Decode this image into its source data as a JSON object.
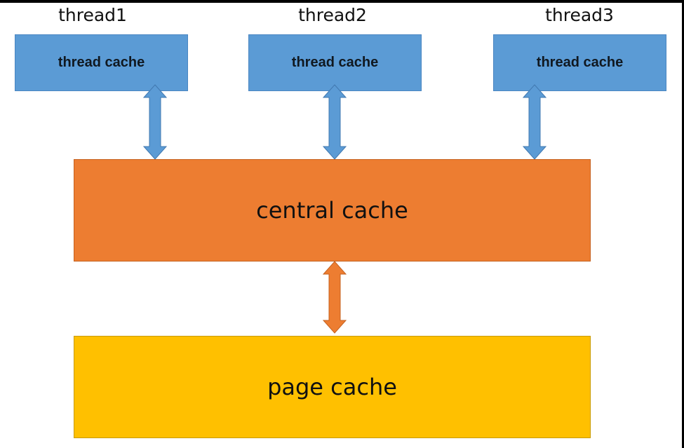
{
  "diagram": {
    "threads": [
      {
        "label": "thread1",
        "cache_label": "thread cache"
      },
      {
        "label": "thread2",
        "cache_label": "thread cache"
      },
      {
        "label": "thread3",
        "cache_label": "thread cache"
      }
    ],
    "central_cache": {
      "label": "central cache"
    },
    "page_cache": {
      "label": "page cache"
    }
  },
  "colors": {
    "thread_cache_fill": "#5b9bd5",
    "thread_arrow_fill": "#5b9bd5",
    "central_cache_fill": "#ed7d31",
    "central_arrow_fill": "#ed7d31",
    "page_cache_fill": "#ffc000",
    "text": "#111111"
  }
}
